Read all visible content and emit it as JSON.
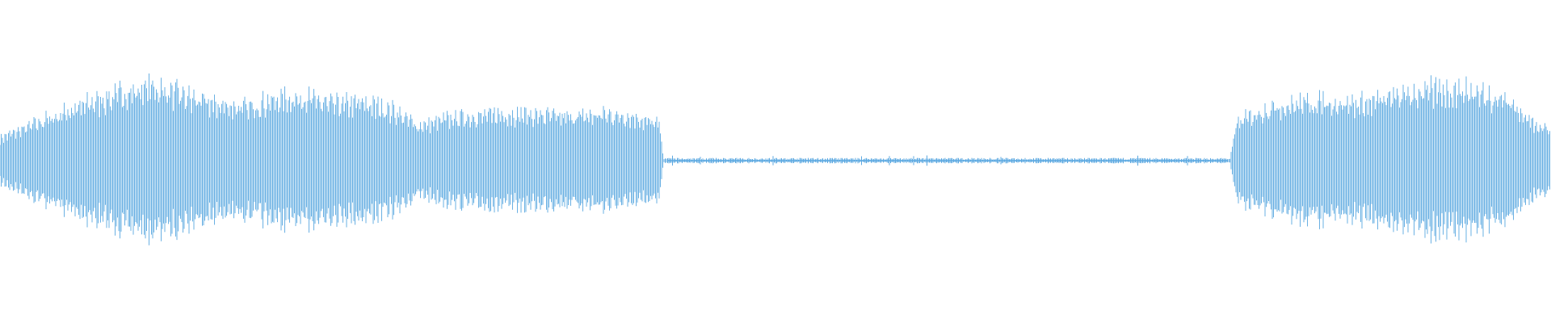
{
  "waveform": {
    "color": "#5DA9E1",
    "background": "#FFFFFF",
    "channels": 1,
    "envelope": [
      {
        "t": 0.0,
        "a": 0.3
      },
      {
        "t": 0.01,
        "a": 0.38
      },
      {
        "t": 0.03,
        "a": 0.55
      },
      {
        "t": 0.06,
        "a": 0.78
      },
      {
        "t": 0.08,
        "a": 0.9
      },
      {
        "t": 0.1,
        "a": 0.98
      },
      {
        "t": 0.12,
        "a": 0.85
      },
      {
        "t": 0.14,
        "a": 0.75
      },
      {
        "t": 0.16,
        "a": 0.7
      },
      {
        "t": 0.175,
        "a": 0.8
      },
      {
        "t": 0.195,
        "a": 0.85
      },
      {
        "t": 0.215,
        "a": 0.74
      },
      {
        "t": 0.235,
        "a": 0.76
      },
      {
        "t": 0.255,
        "a": 0.66
      },
      {
        "t": 0.27,
        "a": 0.46
      },
      {
        "t": 0.29,
        "a": 0.56
      },
      {
        "t": 0.31,
        "a": 0.6
      },
      {
        "t": 0.33,
        "a": 0.62
      },
      {
        "t": 0.35,
        "a": 0.6
      },
      {
        "t": 0.37,
        "a": 0.58
      },
      {
        "t": 0.39,
        "a": 0.62
      },
      {
        "t": 0.41,
        "a": 0.58
      },
      {
        "t": 0.425,
        "a": 0.48
      },
      {
        "t": 0.428,
        "a": 0.02
      },
      {
        "t": 0.5,
        "a": 0.03
      },
      {
        "t": 0.6,
        "a": 0.02
      },
      {
        "t": 0.7,
        "a": 0.03
      },
      {
        "t": 0.793,
        "a": 0.02
      },
      {
        "t": 0.797,
        "a": 0.5
      },
      {
        "t": 0.82,
        "a": 0.72
      },
      {
        "t": 0.85,
        "a": 0.78
      },
      {
        "t": 0.88,
        "a": 0.76
      },
      {
        "t": 0.91,
        "a": 0.9
      },
      {
        "t": 0.94,
        "a": 0.95
      },
      {
        "t": 0.97,
        "a": 0.84
      },
      {
        "t": 0.985,
        "a": 0.55
      },
      {
        "t": 1.0,
        "a": 0.4
      }
    ]
  }
}
